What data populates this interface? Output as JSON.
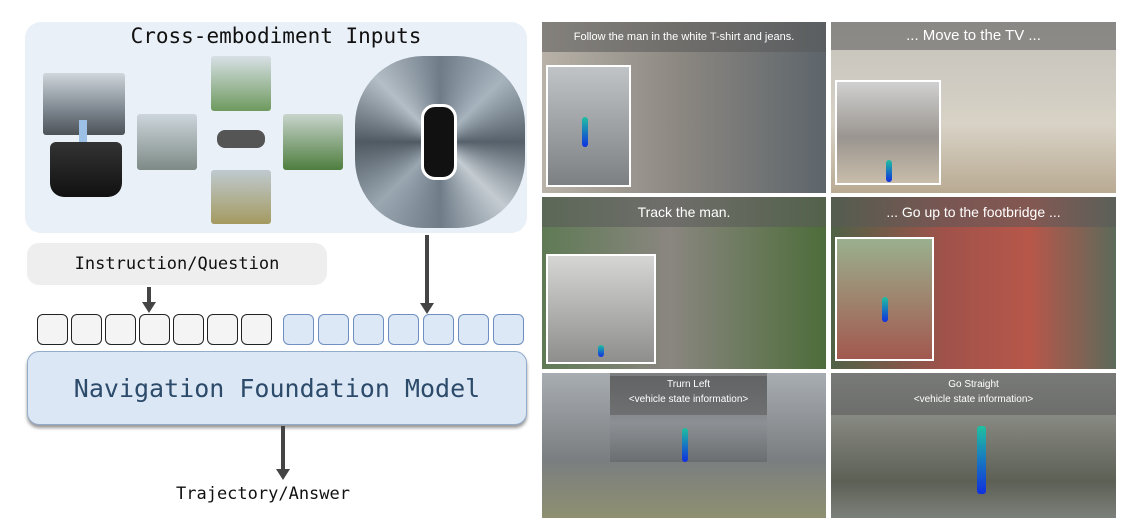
{
  "left": {
    "inputs_title": "Cross-embodiment Inputs",
    "instruction_label": "Instruction/Question",
    "model_label": "Navigation Foundation Model",
    "output_label": "Trajectory/Answer",
    "text_tokens": 7,
    "visual_tokens": 7,
    "colors": {
      "panel_bg": "#e9f0f8",
      "model_bg": "#dbe7f4",
      "model_text": "#2c4a6a",
      "token_blue": "#dde8f7"
    }
  },
  "examples": [
    {
      "caption": "Follow the man in the white T-shirt and jeans."
    },
    {
      "caption": "... Move to the TV ..."
    },
    {
      "caption": "Track the man."
    },
    {
      "caption": "... Go up to the footbridge ..."
    },
    {
      "caption": "Trurn Left",
      "subcaption": "<vehicle state information>"
    },
    {
      "caption": "Go Straight",
      "subcaption": "<vehicle state information>"
    }
  ]
}
